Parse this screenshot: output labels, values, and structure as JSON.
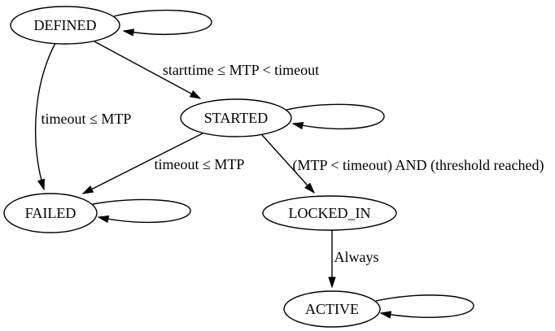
{
  "diagram": {
    "type": "state-machine",
    "background_color": "#ffffff",
    "stroke_color": "#000000",
    "nodes": [
      {
        "id": "defined",
        "label": "DEFINED",
        "shape": "ellipse",
        "has_self_loop": true
      },
      {
        "id": "started",
        "label": "STARTED",
        "shape": "ellipse",
        "has_self_loop": true
      },
      {
        "id": "failed",
        "label": "FAILED",
        "shape": "ellipse",
        "has_self_loop": true
      },
      {
        "id": "locked_in",
        "label": "LOCKED_IN",
        "shape": "ellipse",
        "has_self_loop": false
      },
      {
        "id": "active",
        "label": "ACTIVE",
        "shape": "ellipse",
        "has_self_loop": true
      }
    ],
    "edges": [
      {
        "from": "defined",
        "to": "defined",
        "label": ""
      },
      {
        "from": "defined",
        "to": "started",
        "label": "starttime ≤ MTP < timeout"
      },
      {
        "from": "defined",
        "to": "failed",
        "label": "timeout ≤ MTP"
      },
      {
        "from": "started",
        "to": "started",
        "label": ""
      },
      {
        "from": "started",
        "to": "failed",
        "label": "timeout ≤ MTP"
      },
      {
        "from": "started",
        "to": "locked_in",
        "label": "(MTP < timeout) AND (threshold reached)"
      },
      {
        "from": "failed",
        "to": "failed",
        "label": ""
      },
      {
        "from": "locked_in",
        "to": "active",
        "label": "Always"
      },
      {
        "from": "active",
        "to": "active",
        "label": ""
      }
    ]
  }
}
